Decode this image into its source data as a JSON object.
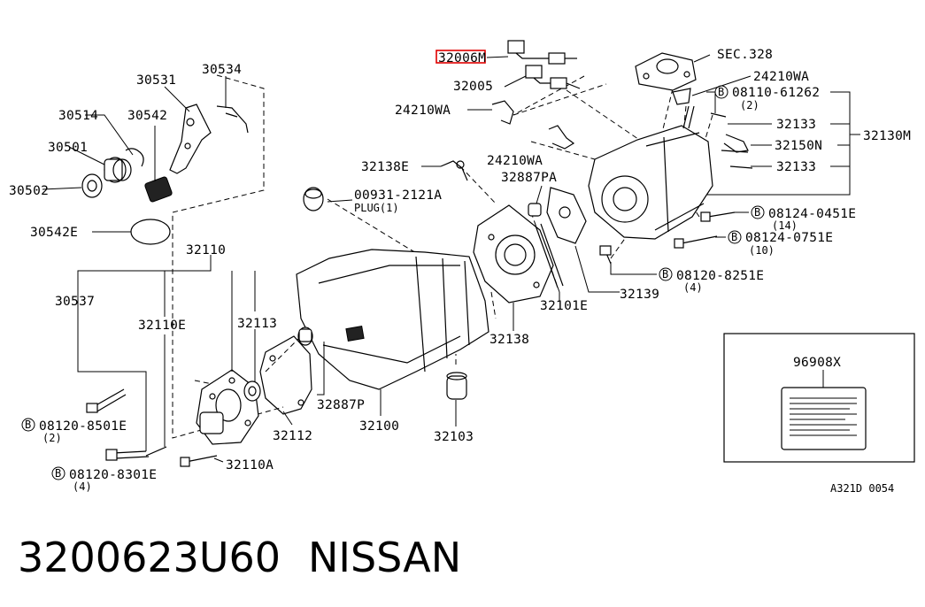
{
  "footer": {
    "part_number": "3200623U60",
    "brand": "NISSAN"
  },
  "reference_code": "A321D 0054",
  "highlight_color": "#e00000",
  "callouts": {
    "c32006M": "32006M",
    "c32005": "32005",
    "c24210WA_a": "24210WA",
    "c24210WA_b": "24210WA",
    "c24210WA_c": "24210WA",
    "cSEC328": "SEC.328",
    "c08110_61262": "08110-61262",
    "c08110_qty": "(2)",
    "c32133_a": "32133",
    "c32150N": "32150N",
    "c32130M": "32130M",
    "c32133_b": "32133",
    "c32138E": "32138E",
    "c32887PA": "32887PA",
    "c00931": "00931-2121A",
    "cPLUG": "PLUG(1)",
    "c08124_0451E": "08124-0451E",
    "c08124_0451E_qty": "(14)",
    "c08124_0751E": "08124-0751E",
    "c08124_0751E_qty": "(10)",
    "c08120_8251E": "08120-8251E",
    "c08120_8251E_qty": "(4)",
    "c32139": "32139",
    "c32101E": "32101E",
    "c32138": "32138",
    "c30534": "30534",
    "c30531": "30531",
    "c30514": "30514",
    "c30542": "30542",
    "c30501": "30501",
    "c30502": "30502",
    "c30542E": "30542E",
    "c32110": "32110",
    "c30537": "30537",
    "c32110E": "32110E",
    "c32113": "32113",
    "c08120_8501E": "08120-8501E",
    "c08120_8501E_qty": "(2)",
    "c08120_8301E": "08120-8301E",
    "c08120_8301E_qty": "(4)",
    "c32110A": "32110A",
    "c32887P": "32887P",
    "c32112": "32112",
    "c32100": "32100",
    "c32103": "32103",
    "c96908X": "96908X",
    "bolt_marker": "B"
  }
}
